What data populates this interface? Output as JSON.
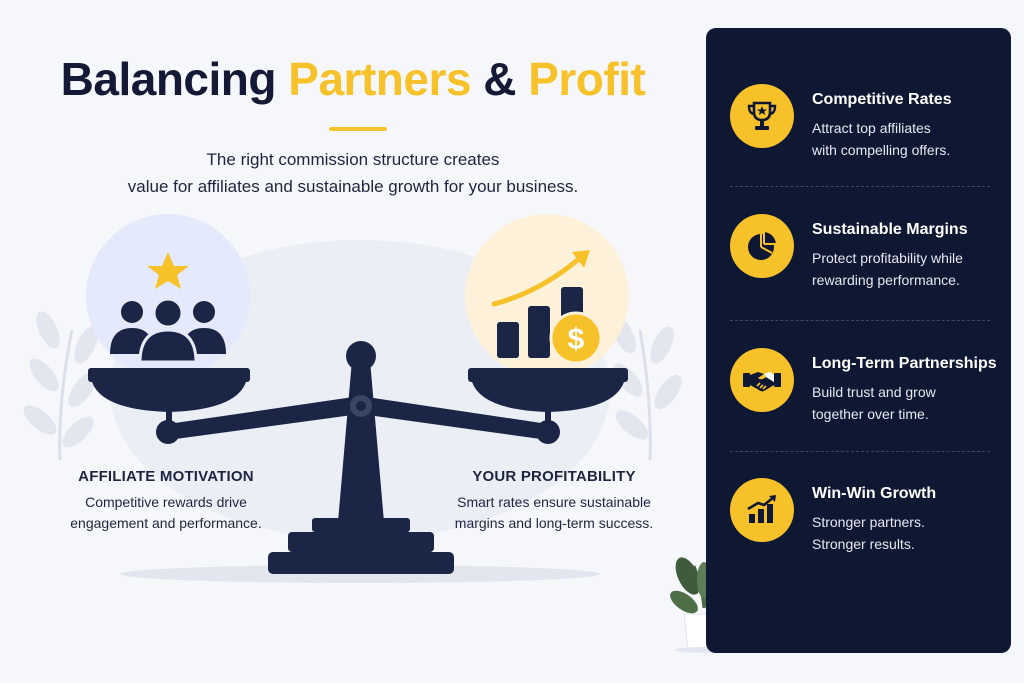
{
  "title": {
    "part1": "Balancing ",
    "part2": "Partners",
    "part3": " & ",
    "part4": "Profit"
  },
  "subtitle": [
    "The right commission structure creates",
    "value for affiliates and sustainable growth for your business."
  ],
  "left": {
    "heading": "AFFILIATE MOTIVATION",
    "lines": [
      "Competitive rewards drive",
      "engagement and performance."
    ],
    "icon": "affiliate-group-star-icon"
  },
  "right": {
    "heading": "YOUR PROFITABILITY",
    "lines": [
      "Smart rates ensure sustainable",
      "margins and long-term success."
    ],
    "icon": "growth-chart-dollar-icon",
    "dollar_glyph": "$"
  },
  "features": [
    {
      "title": "Competitive Rates",
      "lines": [
        "Attract top affiliates",
        "with compelling offers."
      ],
      "icon": "trophy-icon"
    },
    {
      "title": "Sustainable Margins",
      "lines": [
        "Protect profitability while",
        "rewarding performance."
      ],
      "icon": "pie-chart-icon"
    },
    {
      "title": "Long-Term Partnerships",
      "lines": [
        "Build trust and grow",
        "together over time."
      ],
      "icon": "handshake-icon"
    },
    {
      "title": "Win-Win Growth",
      "lines": [
        "Stronger partners.",
        "Stronger results."
      ],
      "icon": "bar-chart-arrow-icon"
    }
  ],
  "colors": {
    "navy": "#0f1833",
    "accent": "#f7c12a",
    "ink": "#141a36",
    "scale": "#1b2545"
  }
}
